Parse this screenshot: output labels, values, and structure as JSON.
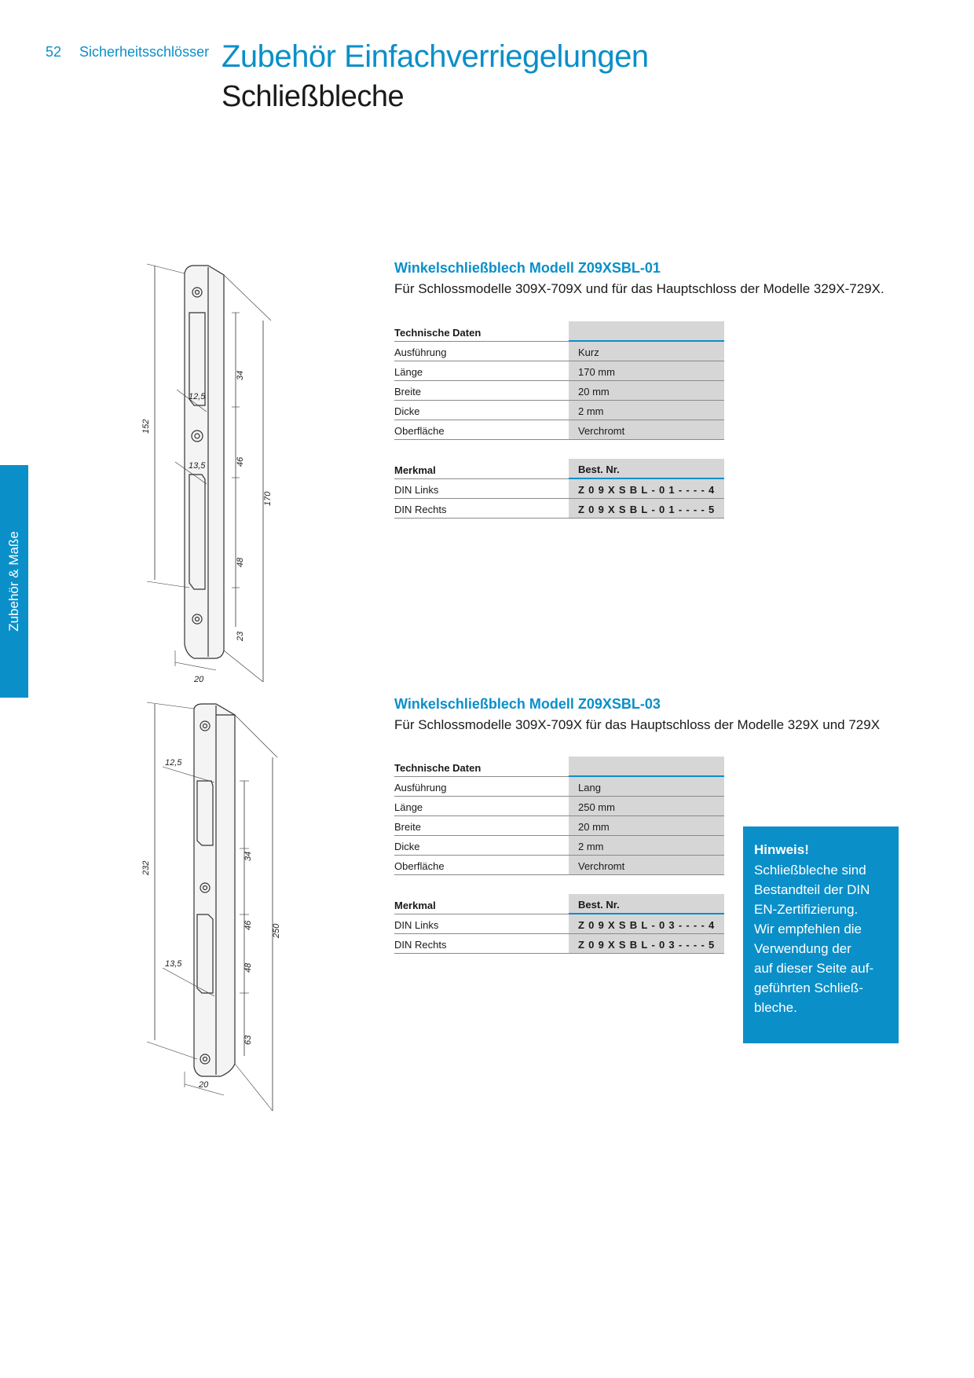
{
  "header": {
    "page_number": "52",
    "section": "Sicherheitsschlösser",
    "title": "Zubehör Einfachverriegelungen",
    "subtitle": "Schließbleche"
  },
  "side_tab": {
    "label": "Zubehör & Maße"
  },
  "products": [
    {
      "title": "Winkelschließblech Modell Z09XSBL-01",
      "description": "Für Schlossmodelle 309X-709X und für das Hauptschloss  der Modelle 329X-729X.",
      "tech_header": "Technische Daten",
      "tech_rows": [
        {
          "key": "Ausführung",
          "value": "Kurz"
        },
        {
          "key": "Länge",
          "value": "170 mm"
        },
        {
          "key": "Breite",
          "value": "20 mm"
        },
        {
          "key": "Dicke",
          "value": "2 mm"
        },
        {
          "key": "Oberfläche",
          "value": "Verchromt"
        }
      ],
      "order_header": {
        "key": "Merkmal",
        "value": "Best. Nr."
      },
      "order_rows": [
        {
          "key": "DIN Links",
          "value": "Z09XSBL-01----4"
        },
        {
          "key": "DIN Rechts",
          "value": "Z09XSBL-01----5"
        }
      ],
      "dimensions": {
        "a": "152",
        "b": "12,5",
        "c": "13,5",
        "d": "34",
        "e": "46",
        "f": "48",
        "g": "23",
        "h": "170",
        "w": "20"
      }
    },
    {
      "title": "Winkelschließblech Modell Z09XSBL-03",
      "description": "Für Schlossmodelle 309X-709X für das Hauptschloss der Modelle 329X und 729X",
      "tech_header": "Technische Daten",
      "tech_rows": [
        {
          "key": "Ausführung",
          "value": "Lang"
        },
        {
          "key": "Länge",
          "value": "250 mm"
        },
        {
          "key": "Breite",
          "value": "20 mm"
        },
        {
          "key": "Dicke",
          "value": "2 mm"
        },
        {
          "key": "Oberfläche",
          "value": "Verchromt"
        }
      ],
      "order_header": {
        "key": "Merkmal",
        "value": "Best. Nr."
      },
      "order_rows": [
        {
          "key": "DIN Links",
          "value": "Z09XSBL-03----4"
        },
        {
          "key": "DIN Rechts",
          "value": "Z09XSBL-03----5"
        }
      ],
      "dimensions": {
        "a": "232",
        "b": "12,5",
        "c": "13,5",
        "d": "34",
        "e": "46",
        "f": "48",
        "g": "63",
        "h": "250",
        "w": "20"
      }
    }
  ],
  "note": {
    "title": "Hinweis!",
    "body_lines": [
      "Schließbleche sind",
      "Bestandteil der DIN",
      "EN-Zertifizierung.",
      "Wir empfehlen die",
      "Verwendung  der",
      "auf dieser Seite auf-",
      "geführten Schließ-",
      "bleche."
    ]
  },
  "colors": {
    "accent": "#0a8fc9",
    "table_fill": "#d6d6d6"
  }
}
